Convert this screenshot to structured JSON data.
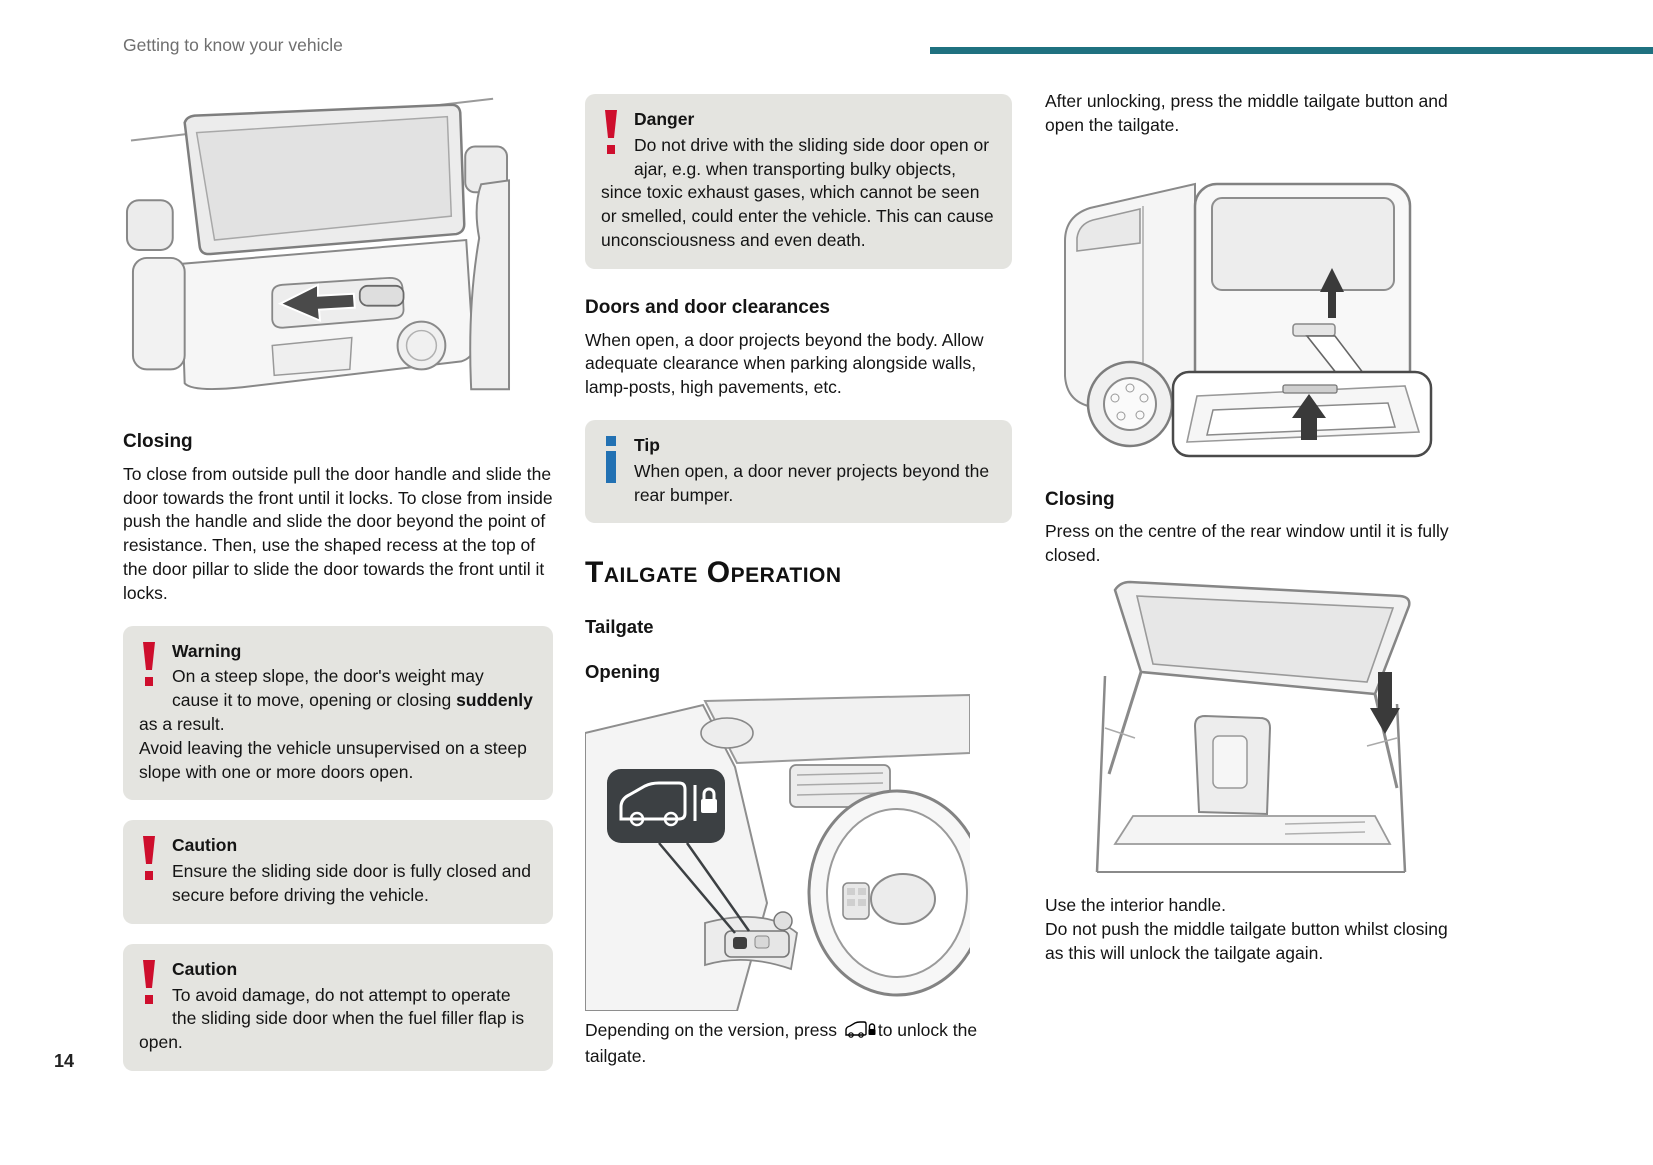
{
  "page": {
    "header": "Getting to know your vehicle",
    "page_number": "14"
  },
  "colors": {
    "accent_teal": "#1f7180",
    "notice_bg": "#e4e4e0",
    "danger_red": "#ce0e2d",
    "tip_blue": "#2271b3",
    "arrow_dark": "#3d3d3d"
  },
  "icons": {
    "warning_icon": "red-exclamation-mark",
    "tip_icon": "blue-info-i",
    "unlock_tailgate_icon": "van-with-padlock"
  },
  "col1": {
    "closing": {
      "heading": "Closing",
      "body": "To close from outside pull the door handle and slide the door towards the front until it locks. To close from inside push the handle and slide the door beyond the point of resistance. Then, use the shaped recess at the top of the door pillar to slide the door towards the front until it locks."
    },
    "warning": {
      "title": "Warning",
      "body_1": "On a steep slope, the door's weight may cause it to move, opening or closing ",
      "body_bold": "suddenly",
      "body_2": " as a result.",
      "body_3": "Avoid leaving the vehicle unsupervised on a steep slope with one or more doors open."
    },
    "caution_1": {
      "title": "Caution",
      "body": "Ensure the sliding side door is fully closed and secure before driving the vehicle."
    },
    "caution_2": {
      "title": "Caution",
      "body": "To avoid damage, do not attempt to operate the sliding side door when the fuel filler flap is open."
    }
  },
  "col2": {
    "danger": {
      "title": "Danger",
      "body": "Do not drive with the sliding side door open or ajar, e.g. when transporting bulky objects, since toxic exhaust gases, which cannot be seen or smelled, could enter the vehicle. This can cause unconsciousness and even death."
    },
    "doors_clearances": {
      "heading": "Doors and door clearances",
      "body": "When open, a door projects beyond the body. Allow adequate clearance when parking alongside walls, lamp-posts, high pavements, etc."
    },
    "tip": {
      "title": "Tip",
      "body": "When open, a door never projects beyond the rear bumper."
    },
    "section_heading": "Tailgate Operation",
    "sub_heading_1": "Tailgate",
    "sub_heading_2": "Opening",
    "unlock_text_1": "Depending on the version, press ",
    "unlock_text_2": "to unlock the tailgate."
  },
  "col3": {
    "after_unlocking": "After unlocking, press the middle tailgate button and open the tailgate.",
    "closing_heading": "Closing",
    "closing_body": "Press on the centre of the rear window until it is fully closed.",
    "interior_handle_1": "Use the interior handle.",
    "interior_handle_2": "Do not push the middle tailgate button whilst closing as this will unlock the tailgate again."
  }
}
